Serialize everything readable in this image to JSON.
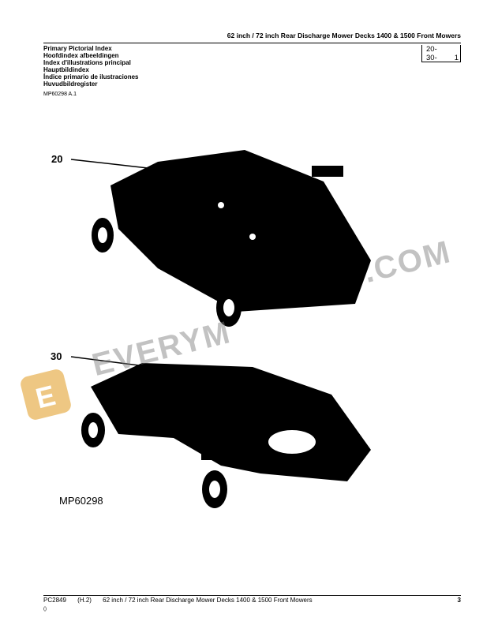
{
  "header": {
    "title": "62 inch / 72 inch Rear Discharge Mower Decks 1400 & 1500 Front Mowers"
  },
  "index_titles": [
    "Primary Pictorial Index",
    "Hoofdindex afbeeldingen",
    "Index d'illustrations principal",
    "Hauptbildindex",
    "Índice primario de ilustraciones",
    "Huvudbildregister"
  ],
  "reference": "MP60298 A.1",
  "index_box": {
    "rows": [
      {
        "code": "20-",
        "page": ""
      },
      {
        "code": "30-",
        "page": "1"
      }
    ]
  },
  "callouts": [
    "20",
    "30"
  ],
  "figure_id": "MP60298",
  "watermark": {
    "left": "EVERYM",
    "right": ".COM",
    "logo_letter": "E"
  },
  "footer": {
    "doc": "PC2849",
    "rev": "(H.2)",
    "title": "62 inch / 72 inch Rear Discharge Mower Decks 1400 & 1500 Front Mowers",
    "sub": "()",
    "page": "3"
  }
}
